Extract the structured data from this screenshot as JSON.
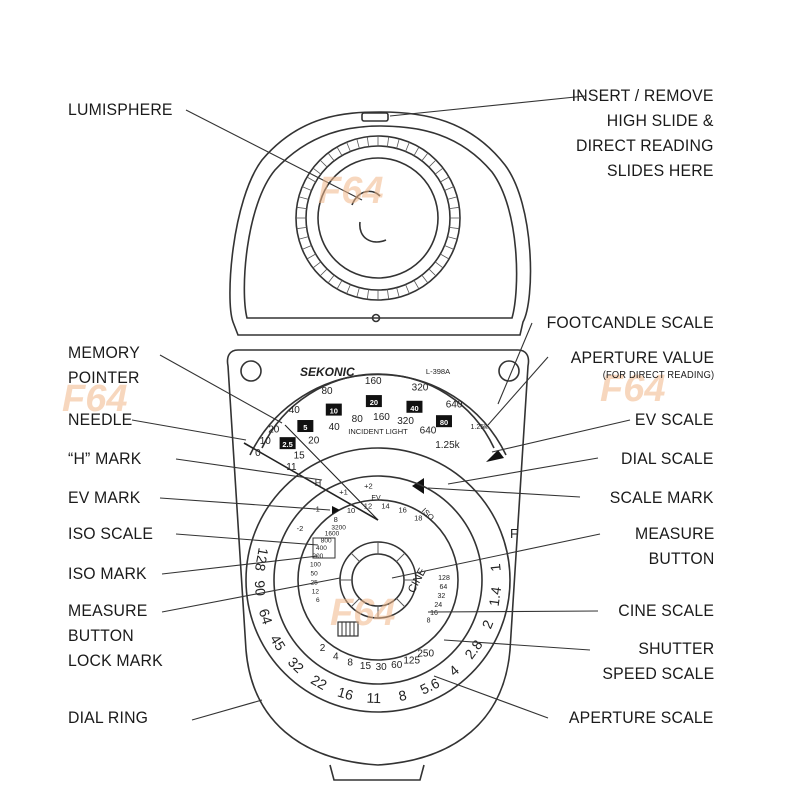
{
  "watermark": "F64",
  "meter": {
    "brand": "SEKONIC",
    "model": "L-398A",
    "incident_light": "INCIDENT LIGHT",
    "iso_text": "ISO",
    "cine_text": "CINE",
    "ev_text": "EV",
    "f_text": "F",
    "h_text": "H",
    "footcandle_values": [
      "0",
      "10",
      "20",
      "40",
      "80",
      "160",
      "320",
      "640",
      "1.25k"
    ],
    "footcandle_boxed": [
      "2.5",
      "5",
      "10",
      "20",
      "40",
      "80"
    ],
    "dial_scale_values": [
      "11",
      "15",
      "20",
      "40",
      "80",
      "160",
      "320",
      "640",
      "1.25k"
    ],
    "ev_marks": [
      "-2",
      "-1",
      "+1",
      "+2"
    ],
    "ev_numbers": [
      "8",
      "10",
      "12",
      "14",
      "16",
      "18"
    ],
    "iso_numbers": [
      "6",
      "12",
      "25",
      "50",
      "100",
      "200",
      "400",
      "800",
      "1600",
      "3200"
    ],
    "cine_numbers": [
      "8",
      "16",
      "24",
      "32",
      "64",
      "128"
    ],
    "shutter_numbers": [
      "2",
      "4",
      "8",
      "15",
      "30",
      "60",
      "125",
      "250"
    ],
    "aperture_numbers": [
      "1",
      "1.4",
      "2",
      "2.8",
      "4",
      "5.6",
      "8",
      "11",
      "16",
      "22",
      "32",
      "45",
      "64",
      "90",
      "128"
    ]
  },
  "labels_left": [
    {
      "id": "lumisphere",
      "lines": [
        "LUMISPHERE"
      ]
    },
    {
      "id": "memory-pointer",
      "lines": [
        "MEMORY",
        "POINTER"
      ]
    },
    {
      "id": "needle",
      "lines": [
        "NEEDLE"
      ]
    },
    {
      "id": "h-mark",
      "lines": [
        "“H” MARK"
      ]
    },
    {
      "id": "ev-mark",
      "lines": [
        "EV MARK"
      ]
    },
    {
      "id": "iso-scale",
      "lines": [
        "ISO SCALE"
      ]
    },
    {
      "id": "iso-mark",
      "lines": [
        "ISO MARK"
      ]
    },
    {
      "id": "measure-button-lock-mark",
      "lines": [
        "MEASURE",
        "BUTTON",
        "LOCK MARK"
      ]
    },
    {
      "id": "dial-ring",
      "lines": [
        "DIAL RING"
      ]
    }
  ],
  "labels_right": [
    {
      "id": "insert-remove",
      "lines": [
        "INSERT / REMOVE",
        "HIGH SLIDE &",
        "DIRECT READING",
        "SLIDES HERE"
      ]
    },
    {
      "id": "footcandle-scale",
      "lines": [
        "FOOTCANDLE SCALE"
      ]
    },
    {
      "id": "aperture-value",
      "lines": [
        "APERTURE VALUE"
      ],
      "sub": "(FOR DIRECT READING)"
    },
    {
      "id": "ev-scale",
      "lines": [
        "EV SCALE"
      ]
    },
    {
      "id": "dial-scale",
      "lines": [
        "DIAL SCALE"
      ]
    },
    {
      "id": "scale-mark",
      "lines": [
        "SCALE MARK"
      ]
    },
    {
      "id": "measure-button",
      "lines": [
        "MEASURE",
        "BUTTON"
      ]
    },
    {
      "id": "cine-scale",
      "lines": [
        "CINE SCALE"
      ]
    },
    {
      "id": "shutter-speed-scale",
      "lines": [
        "SHUTTER",
        "SPEED SCALE"
      ]
    },
    {
      "id": "aperture-scale",
      "lines": [
        "APERTURE SCALE"
      ]
    }
  ]
}
